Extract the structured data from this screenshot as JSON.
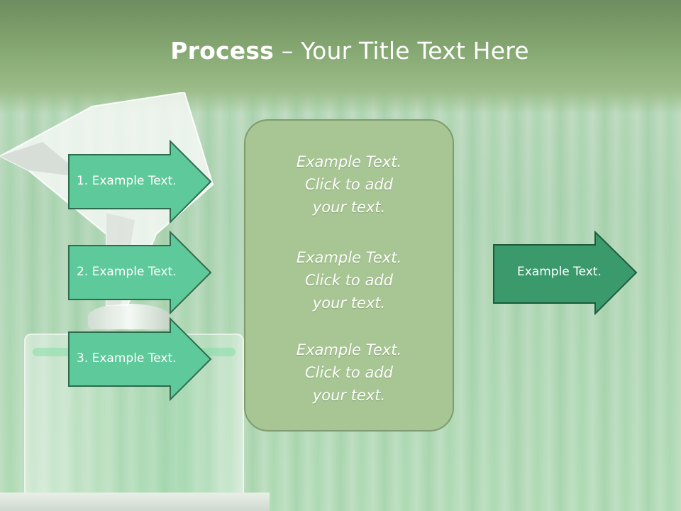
{
  "slide": {
    "title_bold": "Process",
    "title_rest": " – Your Title Text Here"
  },
  "left_steps": [
    {
      "label": "1. Example Text."
    },
    {
      "label": "2. Example Text."
    },
    {
      "label": "3. Example Text."
    }
  ],
  "center_box": {
    "blocks": [
      {
        "line1": "Example Text.",
        "line2": "Click  to add",
        "line3": "your text."
      },
      {
        "line1": "Example Text.",
        "line2": "Click  to add",
        "line3": "your text."
      },
      {
        "line1": "Example Text.",
        "line2": "Click  to add",
        "line3": "your text."
      }
    ]
  },
  "right_arrow": {
    "label": "Example Text."
  },
  "colors": {
    "arrow_fill": "#5ec99a",
    "arrow_stroke": "#2f6b4e",
    "right_arrow_fill": "#3a9a6c",
    "center_box_fill": "#a8c693",
    "title_band": "#86a872"
  }
}
